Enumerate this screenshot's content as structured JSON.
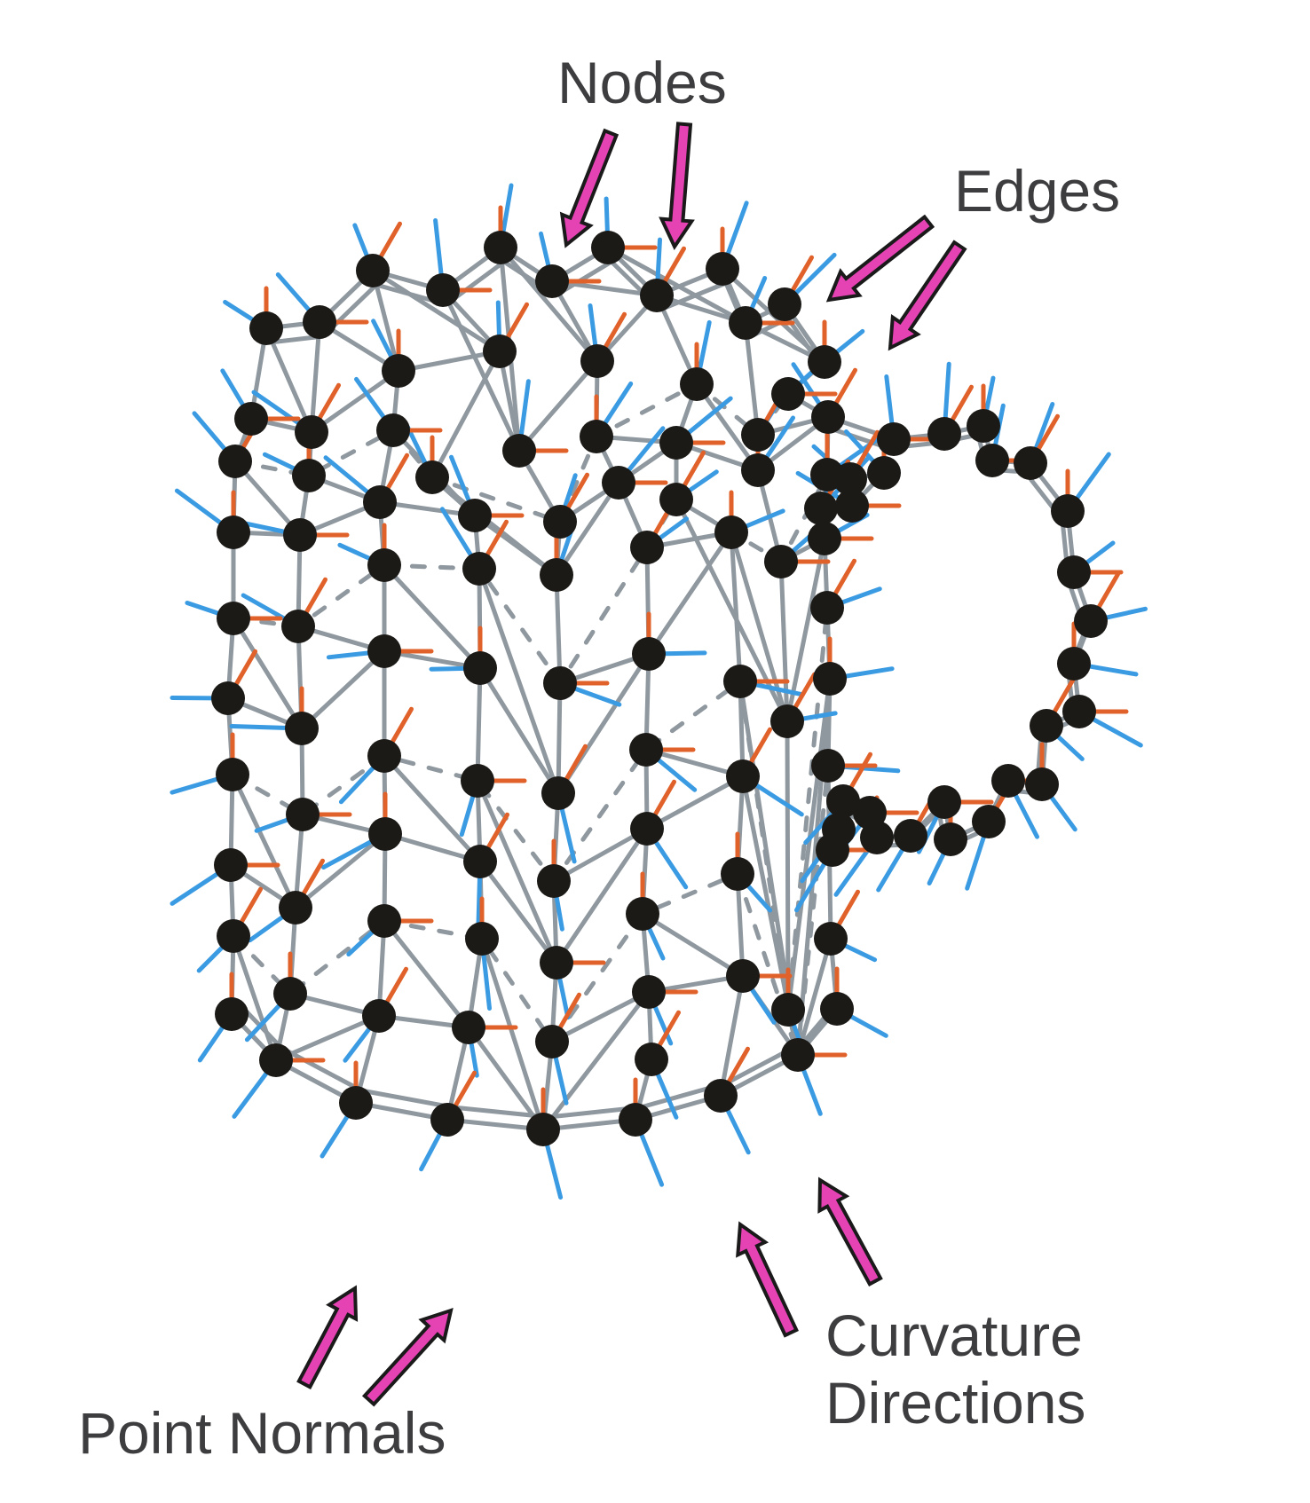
{
  "labels": {
    "nodes": "Nodes",
    "edges": "Edges",
    "point_normals": "Point Normals",
    "curvature_line1": "Curvature",
    "curvature_line2": "Directions"
  },
  "colors": {
    "node": "#1c1a17",
    "edge": "#8f989f",
    "normal": "#3a9be3",
    "curvature": "#e0622a",
    "arrow_fill": "#e542b3",
    "arrow_stroke": "#1a1a1a",
    "text": "#3d3d3f"
  }
}
